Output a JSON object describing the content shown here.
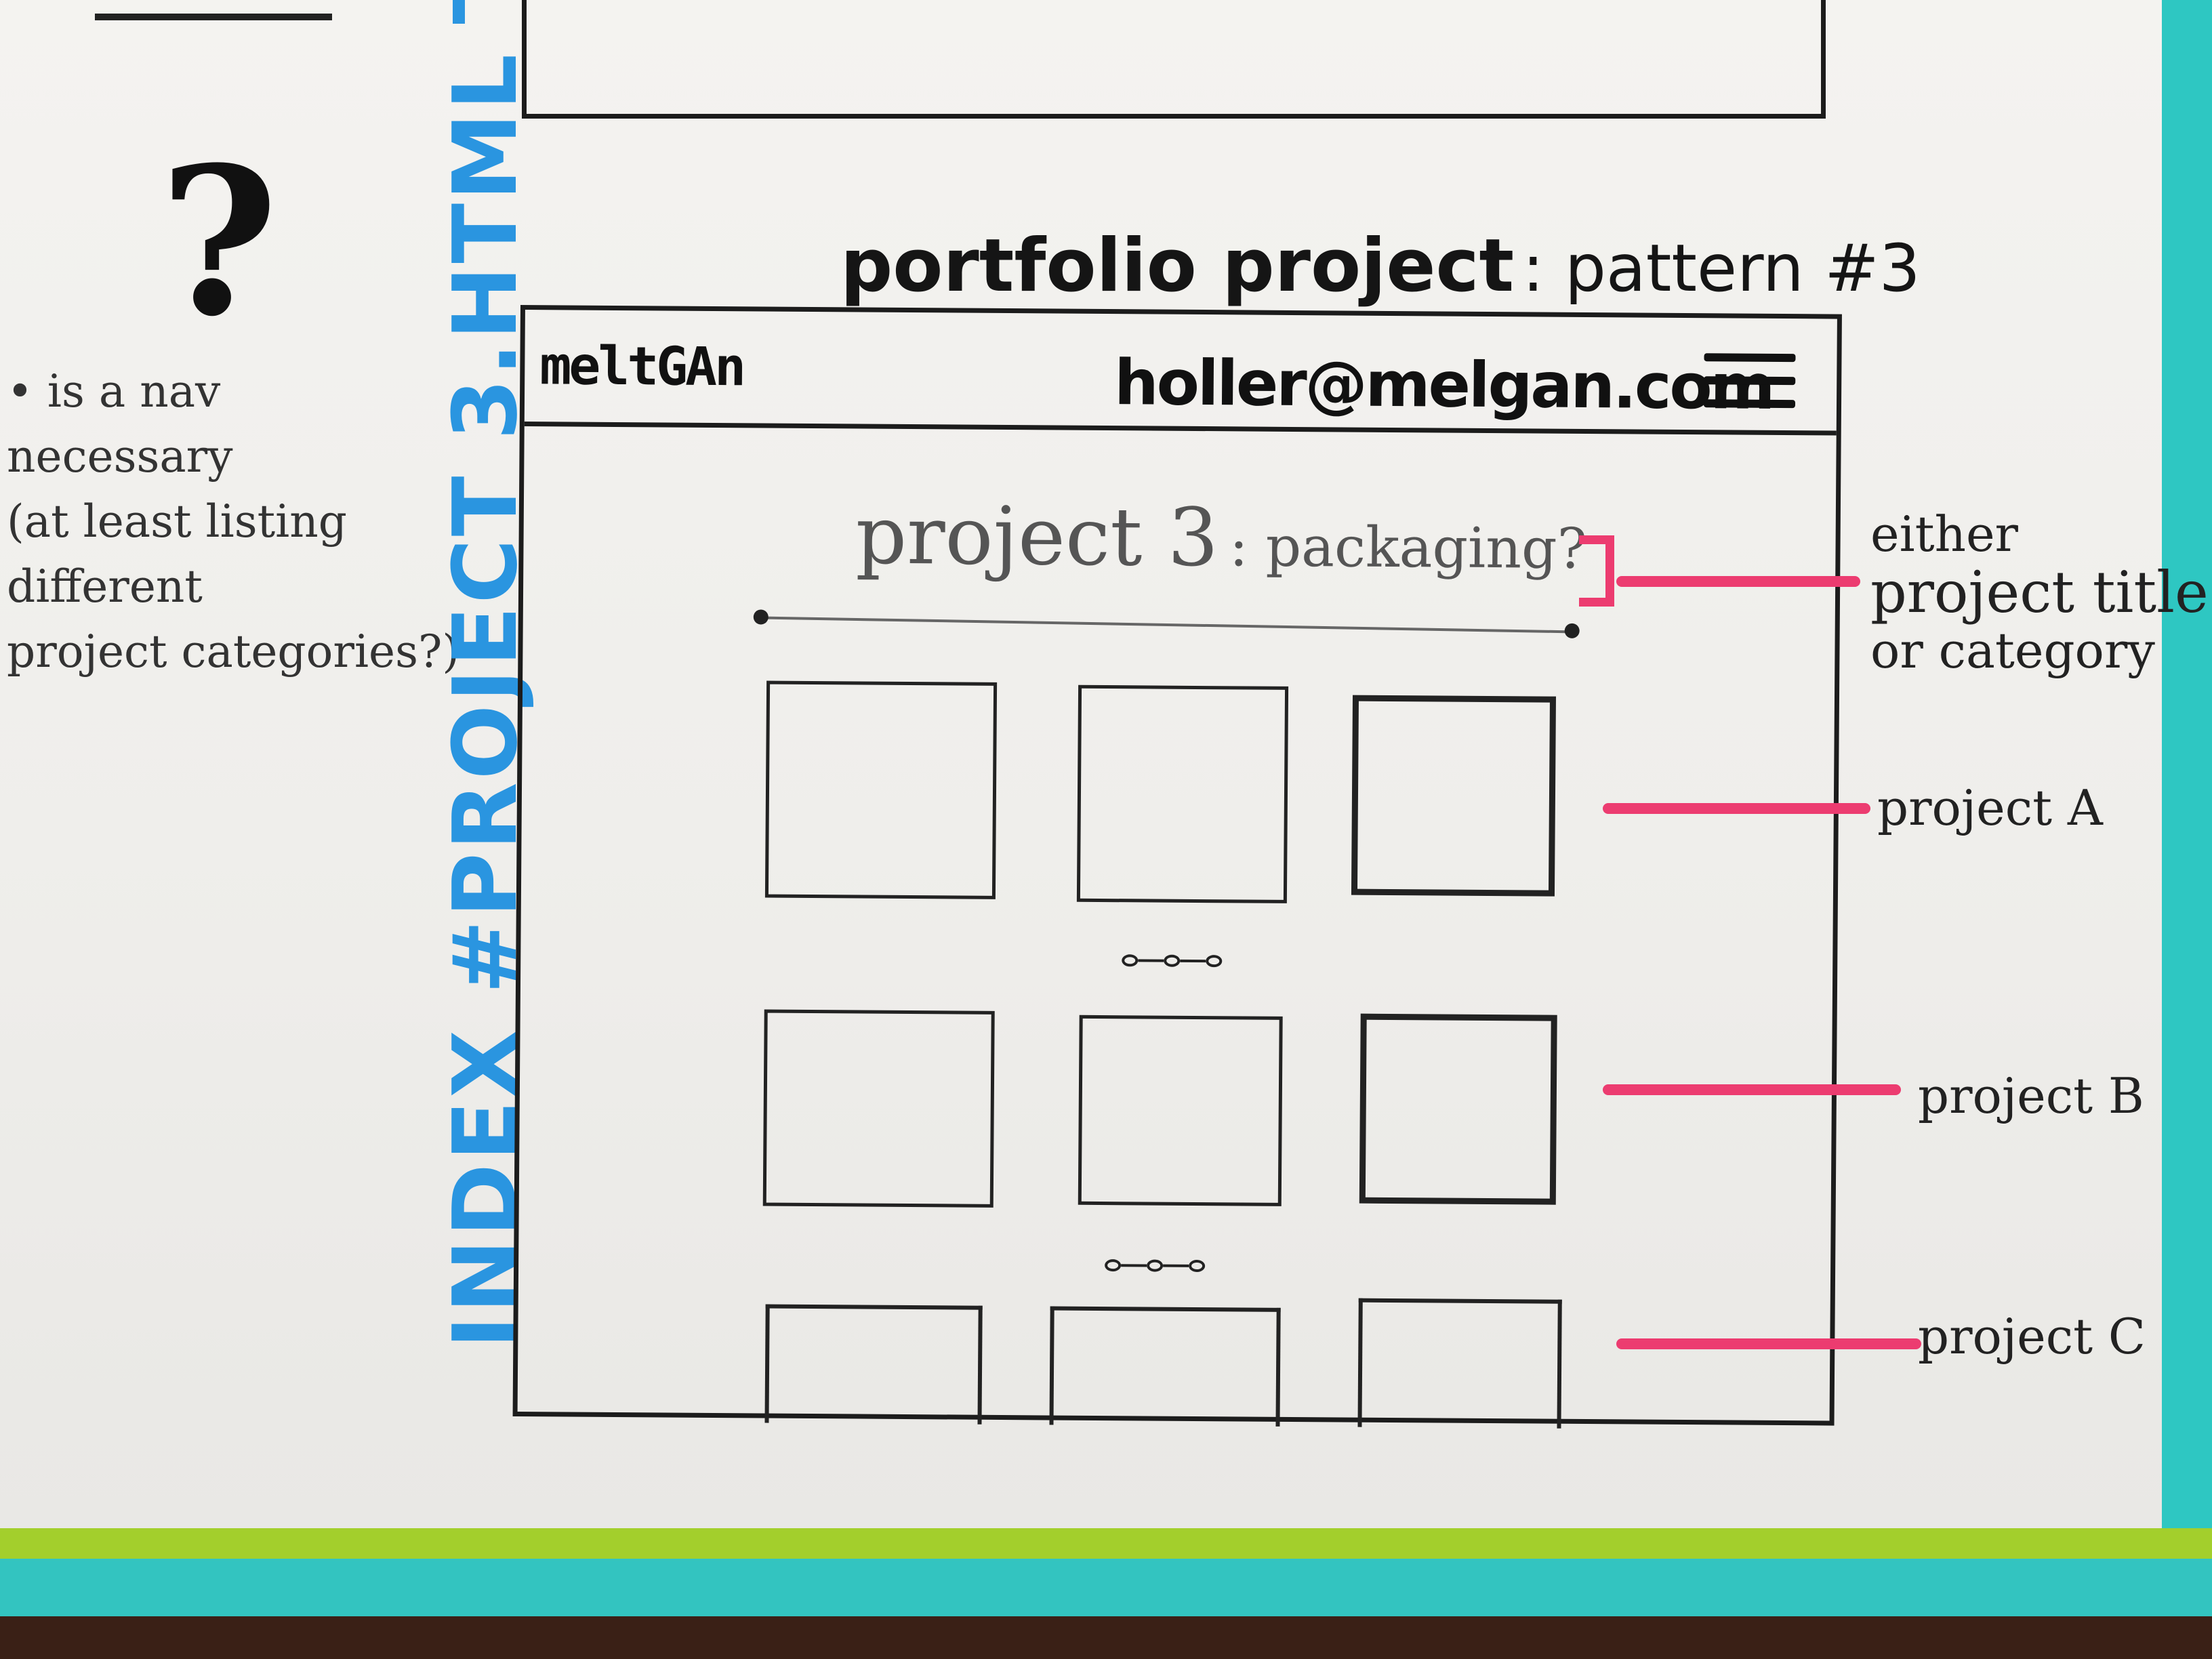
{
  "sheet": {
    "page_heading": "portfolio project",
    "page_heading_suffix": ": pattern #3",
    "vertical_label": "INDEX #PROJECT 3.HTML",
    "side_question_mark": "?",
    "side_note_lines": [
      "• is a nav",
      "necessary",
      "(at least listing",
      "different",
      "project categories?)"
    ]
  },
  "wireframe": {
    "logo": "meltGAn",
    "email": "holler@melgan.com",
    "menu_icon": "hamburger-menu-icon",
    "section_title": "project 3",
    "section_subtitle": ": packaging?",
    "grid_rows": [
      {
        "id": "A",
        "boxes": 3
      },
      {
        "id": "B",
        "boxes": 3
      },
      {
        "id": "C",
        "boxes": 3
      }
    ]
  },
  "annotations": {
    "title_note_lines": [
      "either",
      "project title",
      "or category"
    ],
    "row_a": "project A",
    "row_b": "project B",
    "row_c": "project C"
  },
  "colors": {
    "paper": "#f1f0ed",
    "ink": "#1c1c1c",
    "blue_marker": "#2a95e0",
    "pink_marker": "#ec3c70",
    "teal_board": "#33c4c0",
    "green_strip": "#a3cf2c"
  }
}
